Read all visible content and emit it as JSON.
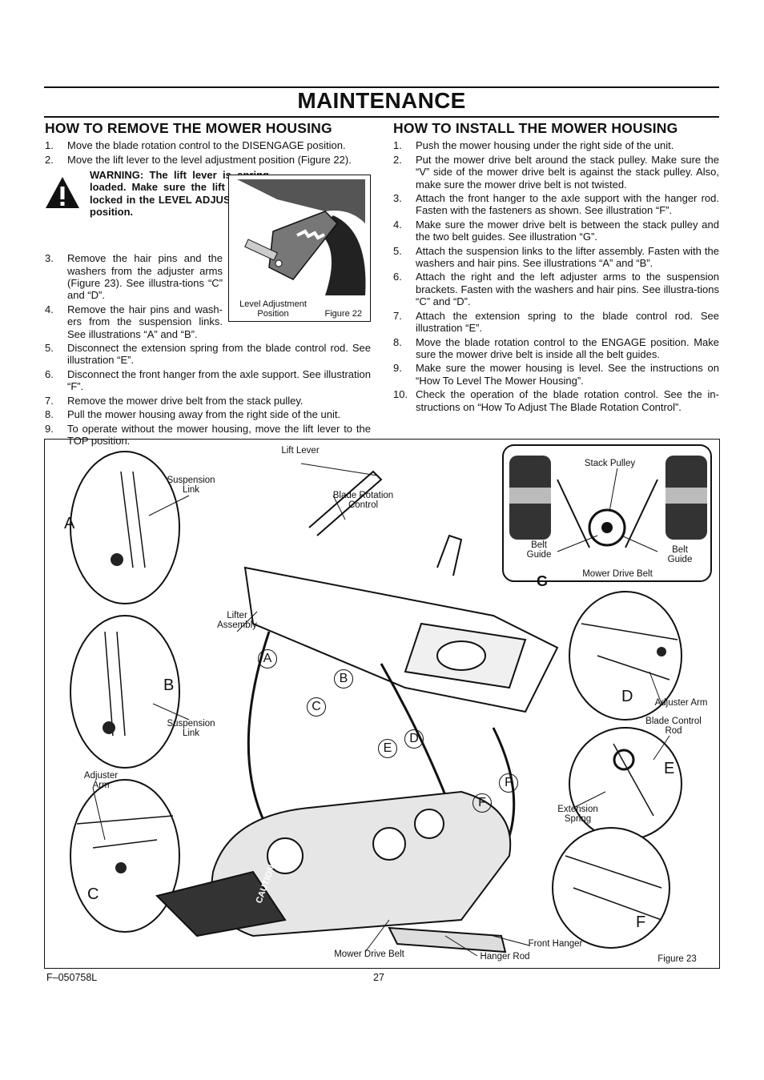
{
  "page_title": "MAINTENANCE",
  "left_section": {
    "heading": "HOW TO REMOVE THE MOWER HOUSING",
    "warning": "WARNING: The lift lever is spring loaded. Make sure the lift lever is locked in the LEVEL ADJUST-MENT position.",
    "steps": [
      {
        "num": "1.",
        "text": "Move the blade rotation control to the DISENGAGE position."
      },
      {
        "num": "2.",
        "text": "Move the lift lever to the level adjustment position (Figure 22)."
      },
      {
        "num": "3.",
        "text": "Remove the hair pins and the washers from the adjuster arms (Figure 23). See illustra-tions “C” and “D”."
      },
      {
        "num": "4.",
        "text": "Remove the hair pins and wash-ers from the suspension links. See illustrations “A” and “B”."
      },
      {
        "num": "5.",
        "text": "Disconnect the extension spring from the blade control rod. See illustration “E”."
      },
      {
        "num": "6.",
        "text": "Disconnect the front hanger from the axle support. See illustration “F”."
      },
      {
        "num": "7.",
        "text": "Remove the mower drive belt from the stack pulley."
      },
      {
        "num": "8.",
        "text": "Pull the mower housing away from the right side of the unit."
      },
      {
        "num": "9.",
        "text": "To operate without the mower housing, move the lift lever to the TOP position."
      }
    ]
  },
  "figure22": {
    "caption_left": "Level Adjustment Position",
    "caption_right": "Figure 22"
  },
  "right_section": {
    "heading": "HOW TO INSTALL THE MOWER HOUSING",
    "steps": [
      {
        "num": "1.",
        "text": "Push the mower housing under the right side of the unit."
      },
      {
        "num": "2.",
        "text": "Put the mower drive belt around the stack pulley. Make sure the “V” side of the mower drive belt is against the stack pulley. Also, make sure the mower drive belt is not twisted."
      },
      {
        "num": "3.",
        "text": "Attach the front hanger to the axle support with the hanger rod. Fasten with the fasteners as shown. See illustration “F”."
      },
      {
        "num": "4.",
        "text": "Make sure the mower drive belt is between the stack pulley and the two belt guides. See illustration “G”."
      },
      {
        "num": "5.",
        "text": "Attach the suspension links to the lifter assembly. Fasten with the washers and hair pins. See illustrations “A” and “B”."
      },
      {
        "num": "6.",
        "text": "Attach the right and the left adjuster arms to the suspension brackets. Fasten with the washers and hair pins. See illustra-tions “C” and “D”."
      },
      {
        "num": "7.",
        "text": "Attach the extension spring to the blade control rod. See illustration “E”."
      },
      {
        "num": "8.",
        "text": "Move the blade rotation control to the ENGAGE position. Make sure the mower drive belt is inside all the belt guides."
      },
      {
        "num": "9.",
        "text": "Make sure the mower housing is level. See the instructions on “How To Level The Mower Housing”."
      },
      {
        "num": "10.",
        "text": "Check the operation of the blade rotation control. See the in-structions on “How To Adjust The Blade Rotation Control”."
      }
    ]
  },
  "figure23": {
    "labels": {
      "lift_lever": "Lift Lever",
      "blade_rotation_control": "Blade Rotation Control",
      "suspension_link_a": "Suspension Link",
      "suspension_link_b": "Suspension Link",
      "lifter_assembly": "Lifter Assembly",
      "adjuster_arm_left": "Adjuster Arm",
      "adjuster_arm_right": "Adjuster Arm",
      "blade_control_rod": "Blade Control Rod",
      "extension_spring": "Extension Spring",
      "stack_pulley": "Stack Pulley",
      "belt_guide_left": "Belt Guide",
      "belt_guide_right": "Belt Guide",
      "mower_drive_belt_g": "Mower Drive Belt",
      "mower_drive_belt": "Mower Drive Belt",
      "front_hanger": "Front Hanger",
      "hanger_rod": "Hanger Rod",
      "caution": "CAUTION",
      "figure": "Figure 23"
    },
    "letters": [
      "A",
      "B",
      "C",
      "D",
      "E",
      "F",
      "G"
    ]
  },
  "footer": {
    "code": "F–050758L",
    "page_number": "27"
  }
}
